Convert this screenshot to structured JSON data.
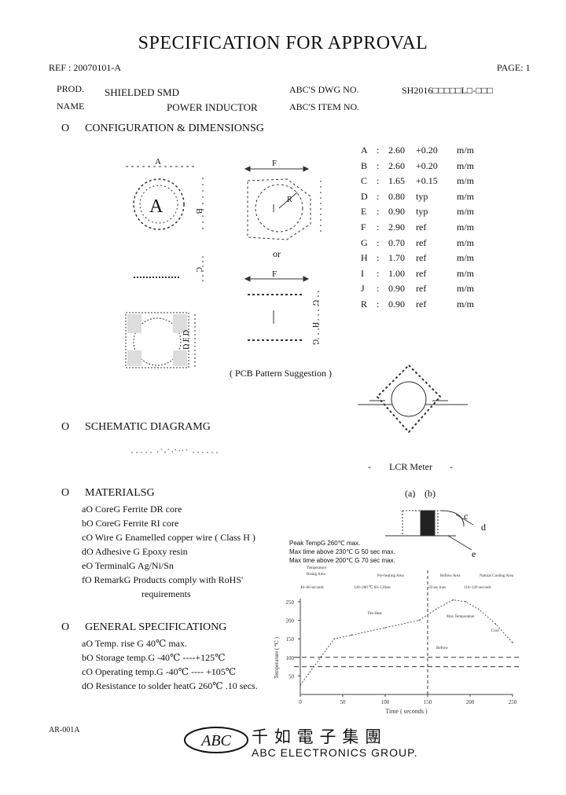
{
  "header": {
    "title": "SPECIFICATION FOR APPROVAL",
    "ref": "REF : 20070101-A",
    "page": "PAGE: 1",
    "prod_label": "PROD.",
    "name_label": "NAME",
    "prod_name_1": "SHIELDED SMD",
    "prod_name_2": "POWER INDUCTOR",
    "dwg_label": "ABC'S DWG NO.",
    "item_label": "ABC'S ITEM NO.",
    "dwg_no": "SH2016□□□□□L□-□□□"
  },
  "config": {
    "heading": "CONFIGURATION & DIMENSIONSG",
    "bullet": "O",
    "or_label": "or",
    "pcb_label": "( PCB Pattern Suggestion )",
    "marking": "A",
    "dimensions": [
      {
        "label": "A",
        "value": "2.60",
        "tol": "+0.20",
        "unit": "m/m"
      },
      {
        "label": "B",
        "value": "2.60",
        "tol": "+0.20",
        "unit": "m/m"
      },
      {
        "label": "C",
        "value": "1.65",
        "tol": "+0.15",
        "unit": "m/m"
      },
      {
        "label": "D",
        "value": "0.80",
        "tol": "typ",
        "unit": "m/m"
      },
      {
        "label": "E",
        "value": "0.90",
        "tol": "typ",
        "unit": "m/m"
      },
      {
        "label": "F",
        "value": "2.90",
        "tol": "ref",
        "unit": "m/m"
      },
      {
        "label": "G",
        "value": "0.70",
        "tol": "ref",
        "unit": "m/m"
      },
      {
        "label": "H",
        "value": "1.70",
        "tol": "ref",
        "unit": "m/m"
      },
      {
        "label": "I",
        "value": "1.00",
        "tol": "ref",
        "unit": "m/m"
      },
      {
        "label": "J",
        "value": "0.90",
        "tol": "ref",
        "unit": "m/m"
      },
      {
        "label": "R",
        "value": "0.90",
        "tol": "ref",
        "unit": "m/m"
      }
    ]
  },
  "schematic": {
    "heading": "SCHEMATIC DIAGRAMG",
    "bullet": "O",
    "lcr": "LCR Meter",
    "lcr_dash_l": "-",
    "lcr_dash_r": "-"
  },
  "materials": {
    "heading": "MATERIALSG",
    "bullet": "O",
    "items": [
      "aO CoreG Ferrite DR core",
      "bO CoreG Ferrite RI core",
      "cO Wire G Enamelled copper wire ( Class H )",
      "dO Adhesive G Epoxy resin",
      "eO TerminalG Ag/Ni/Sn",
      "fO RemarkG Products comply with RoHS'",
      "requirements"
    ],
    "callouts": {
      "a": "(a)",
      "b": "(b)",
      "c": "c",
      "d": "d",
      "e": "e"
    }
  },
  "general": {
    "heading": "GENERAL SPECIFICATIONG",
    "bullet": "O",
    "items": [
      "aO Temp. rise G 40℃ max.",
      "bO Storage temp.G -40℃ ----+125℃",
      "cO Operating temp.G -40℃ ---- +105℃",
      "dO Resistance to solder heatG 260℃ .10 secs."
    ]
  },
  "reflow": {
    "notes": [
      "Peak TempG 260℃ max.",
      "Max time above 230℃ G 50 sec max.",
      "Max time above 200℃ G 70 sec max."
    ],
    "zone_labels": [
      "Temperature",
      "Rising Area",
      "Pre-heating Area",
      "Reflow Area",
      "Natural Cooling Area"
    ],
    "zone_times": [
      "40~60 seconds",
      "120~200 ℃ 60~120sec",
      "50 sec max",
      "110~120 seconds"
    ],
    "curve_labels": [
      "Pre-Heat",
      "Max Temperature",
      "Reflow",
      "Cool"
    ],
    "ylabel": "Temperature ( ℃ )",
    "xlabel": "Time ( seconds )"
  },
  "chart_data": {
    "type": "line",
    "title": "",
    "xlabel": "Time ( seconds )",
    "ylabel": "Temperature ( ℃ )",
    "xlim": [
      0,
      250
    ],
    "ylim": [
      0,
      250
    ],
    "xticks": [
      0,
      50,
      100,
      150,
      200,
      250
    ],
    "yticks": [
      50,
      100,
      150,
      200,
      250
    ],
    "series": [
      {
        "values": [
          [
            0,
            25
          ],
          [
            40,
            150
          ],
          [
            60,
            160
          ],
          [
            100,
            180
          ],
          [
            140,
            200
          ],
          [
            160,
            230
          ],
          [
            180,
            255
          ],
          [
            195,
            250
          ],
          [
            210,
            230
          ],
          [
            230,
            190
          ],
          [
            250,
            140
          ]
        ]
      }
    ],
    "reference_lines": [
      100,
      75
    ]
  },
  "footer": {
    "code": "AR-001A",
    "logo_text": "ABC",
    "company_cn": "千 如 電 子 集 團",
    "company_en": "ABC ELECTRONICS GROUP."
  }
}
